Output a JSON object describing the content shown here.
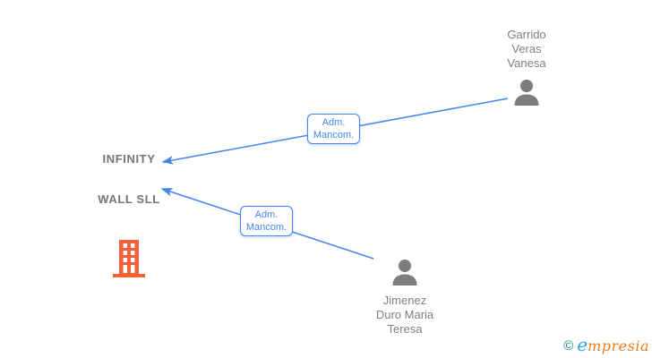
{
  "diagram": {
    "company": {
      "name_lines": [
        "INFINITY",
        "WALL SLL"
      ]
    },
    "people": [
      {
        "name_lines": [
          "Garrido",
          "Veras",
          "Vanesa"
        ]
      },
      {
        "name_lines": [
          "Jimenez",
          "Duro Maria",
          "Teresa"
        ]
      }
    ],
    "edges": [
      {
        "from": "Garrido Veras Vanesa",
        "to": "INFINITY WALL SLL",
        "label_lines": [
          "Adm.",
          "Mancom."
        ]
      },
      {
        "from": "Jimenez Duro Maria Teresa",
        "to": "INFINITY WALL SLL",
        "label_lines": [
          "Adm.",
          "Mancom."
        ]
      }
    ]
  },
  "watermark": {
    "copyright_symbol": "©",
    "brand_initial": "e",
    "brand_rest": "mpresia"
  },
  "colors": {
    "edge_blue": "#4285f4",
    "node_text_gray": "#7e7e7e",
    "company_text_gray": "#757575",
    "person_icon_gray": "#7d7d7d",
    "building_orange": "#f9603a",
    "logo_copyright_teal": "#1f7f90",
    "logo_e_blue": "#2aa9e0",
    "logo_text_orange": "#ef7c1f",
    "background": "#ffffff"
  }
}
